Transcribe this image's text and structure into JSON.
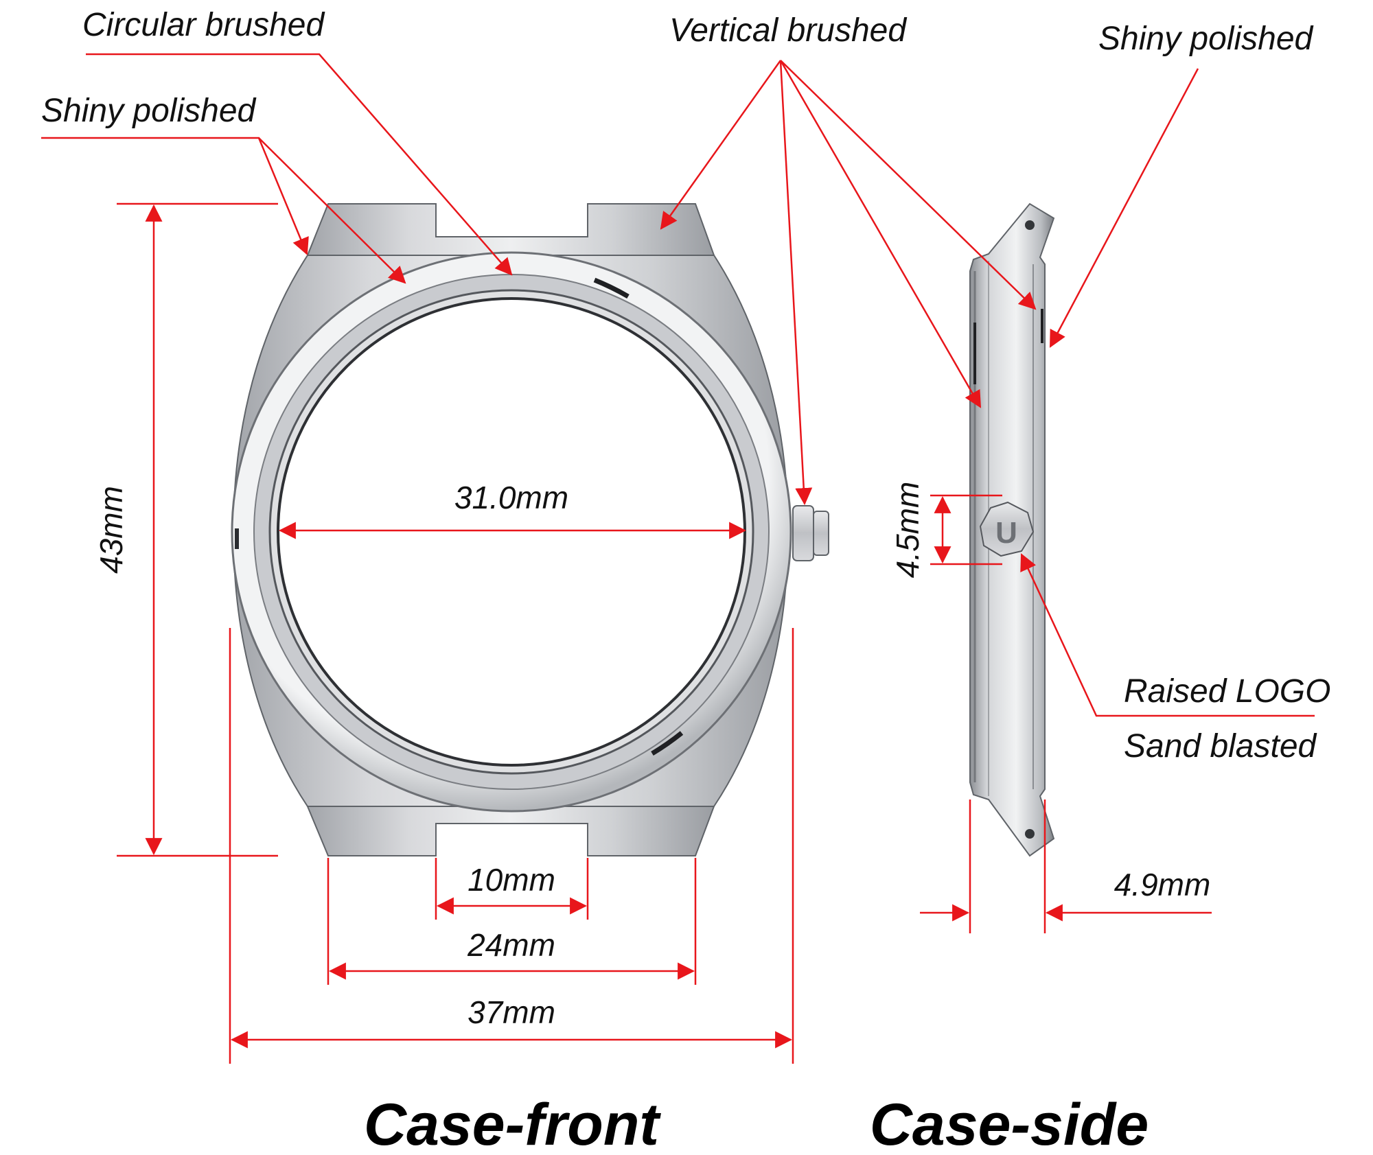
{
  "annotations": {
    "circular_brushed": "Circular brushed",
    "shiny_polished_left": "Shiny polished",
    "vertical_brushed": "Vertical brushed",
    "shiny_polished_right": "Shiny polished",
    "raised_logo": "Raised LOGO",
    "sand_blasted": "Sand blasted"
  },
  "dimensions": {
    "height": "43mm",
    "dial_opening": "31.0mm",
    "lug_inner": "10mm",
    "lug_outer": "24mm",
    "case_width": "37mm",
    "crown_height": "4.5mm",
    "case_thickness": "4.9mm"
  },
  "titles": {
    "front": "Case-front",
    "side": "Case-side"
  },
  "logo_letter": "U",
  "colors": {
    "dimension_line": "#e8161b",
    "steel_light": "#e6e7e9",
    "steel_dark": "#8e9196",
    "text": "#111111"
  }
}
